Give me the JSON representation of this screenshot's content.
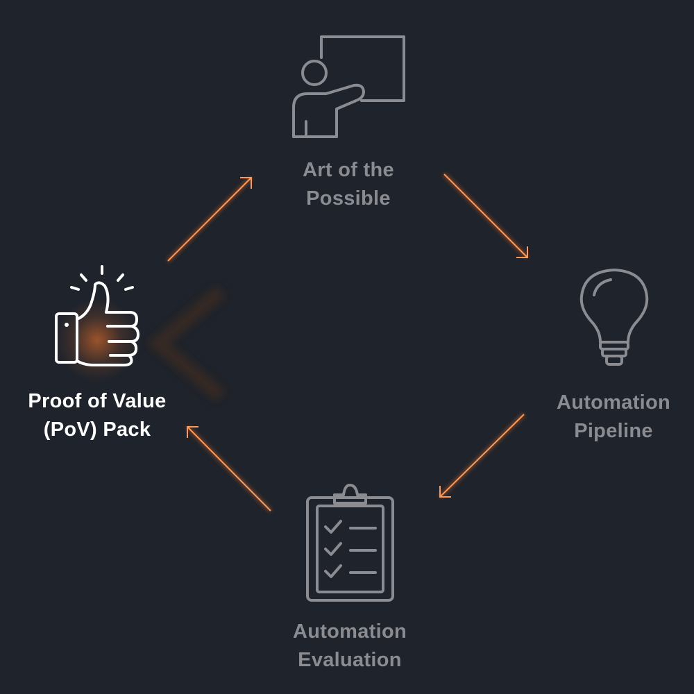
{
  "diagram": {
    "colors": {
      "background": "#1f232b",
      "inactive": "#8a8c91",
      "active": "#ffffff",
      "accent": "#ff7a2a"
    },
    "nodes": [
      {
        "id": "art",
        "icon": "presenter-board-icon",
        "lines": [
          "Art of the",
          "Possible"
        ],
        "active": false
      },
      {
        "id": "pipeline",
        "icon": "lightbulb-icon",
        "lines": [
          "Automation",
          "Pipeline"
        ],
        "active": false
      },
      {
        "id": "evaluation",
        "icon": "clipboard-checklist-icon",
        "lines": [
          "Automation",
          "Evaluation"
        ],
        "active": false
      },
      {
        "id": "pov",
        "icon": "thumbs-up-icon",
        "lines": [
          "Proof of Value",
          "(PoV) Pack"
        ],
        "active": true
      }
    ],
    "edges": [
      {
        "from": "pov",
        "to": "art"
      },
      {
        "from": "art",
        "to": "pipeline"
      },
      {
        "from": "pipeline",
        "to": "evaluation"
      },
      {
        "from": "evaluation",
        "to": "pov"
      }
    ]
  }
}
